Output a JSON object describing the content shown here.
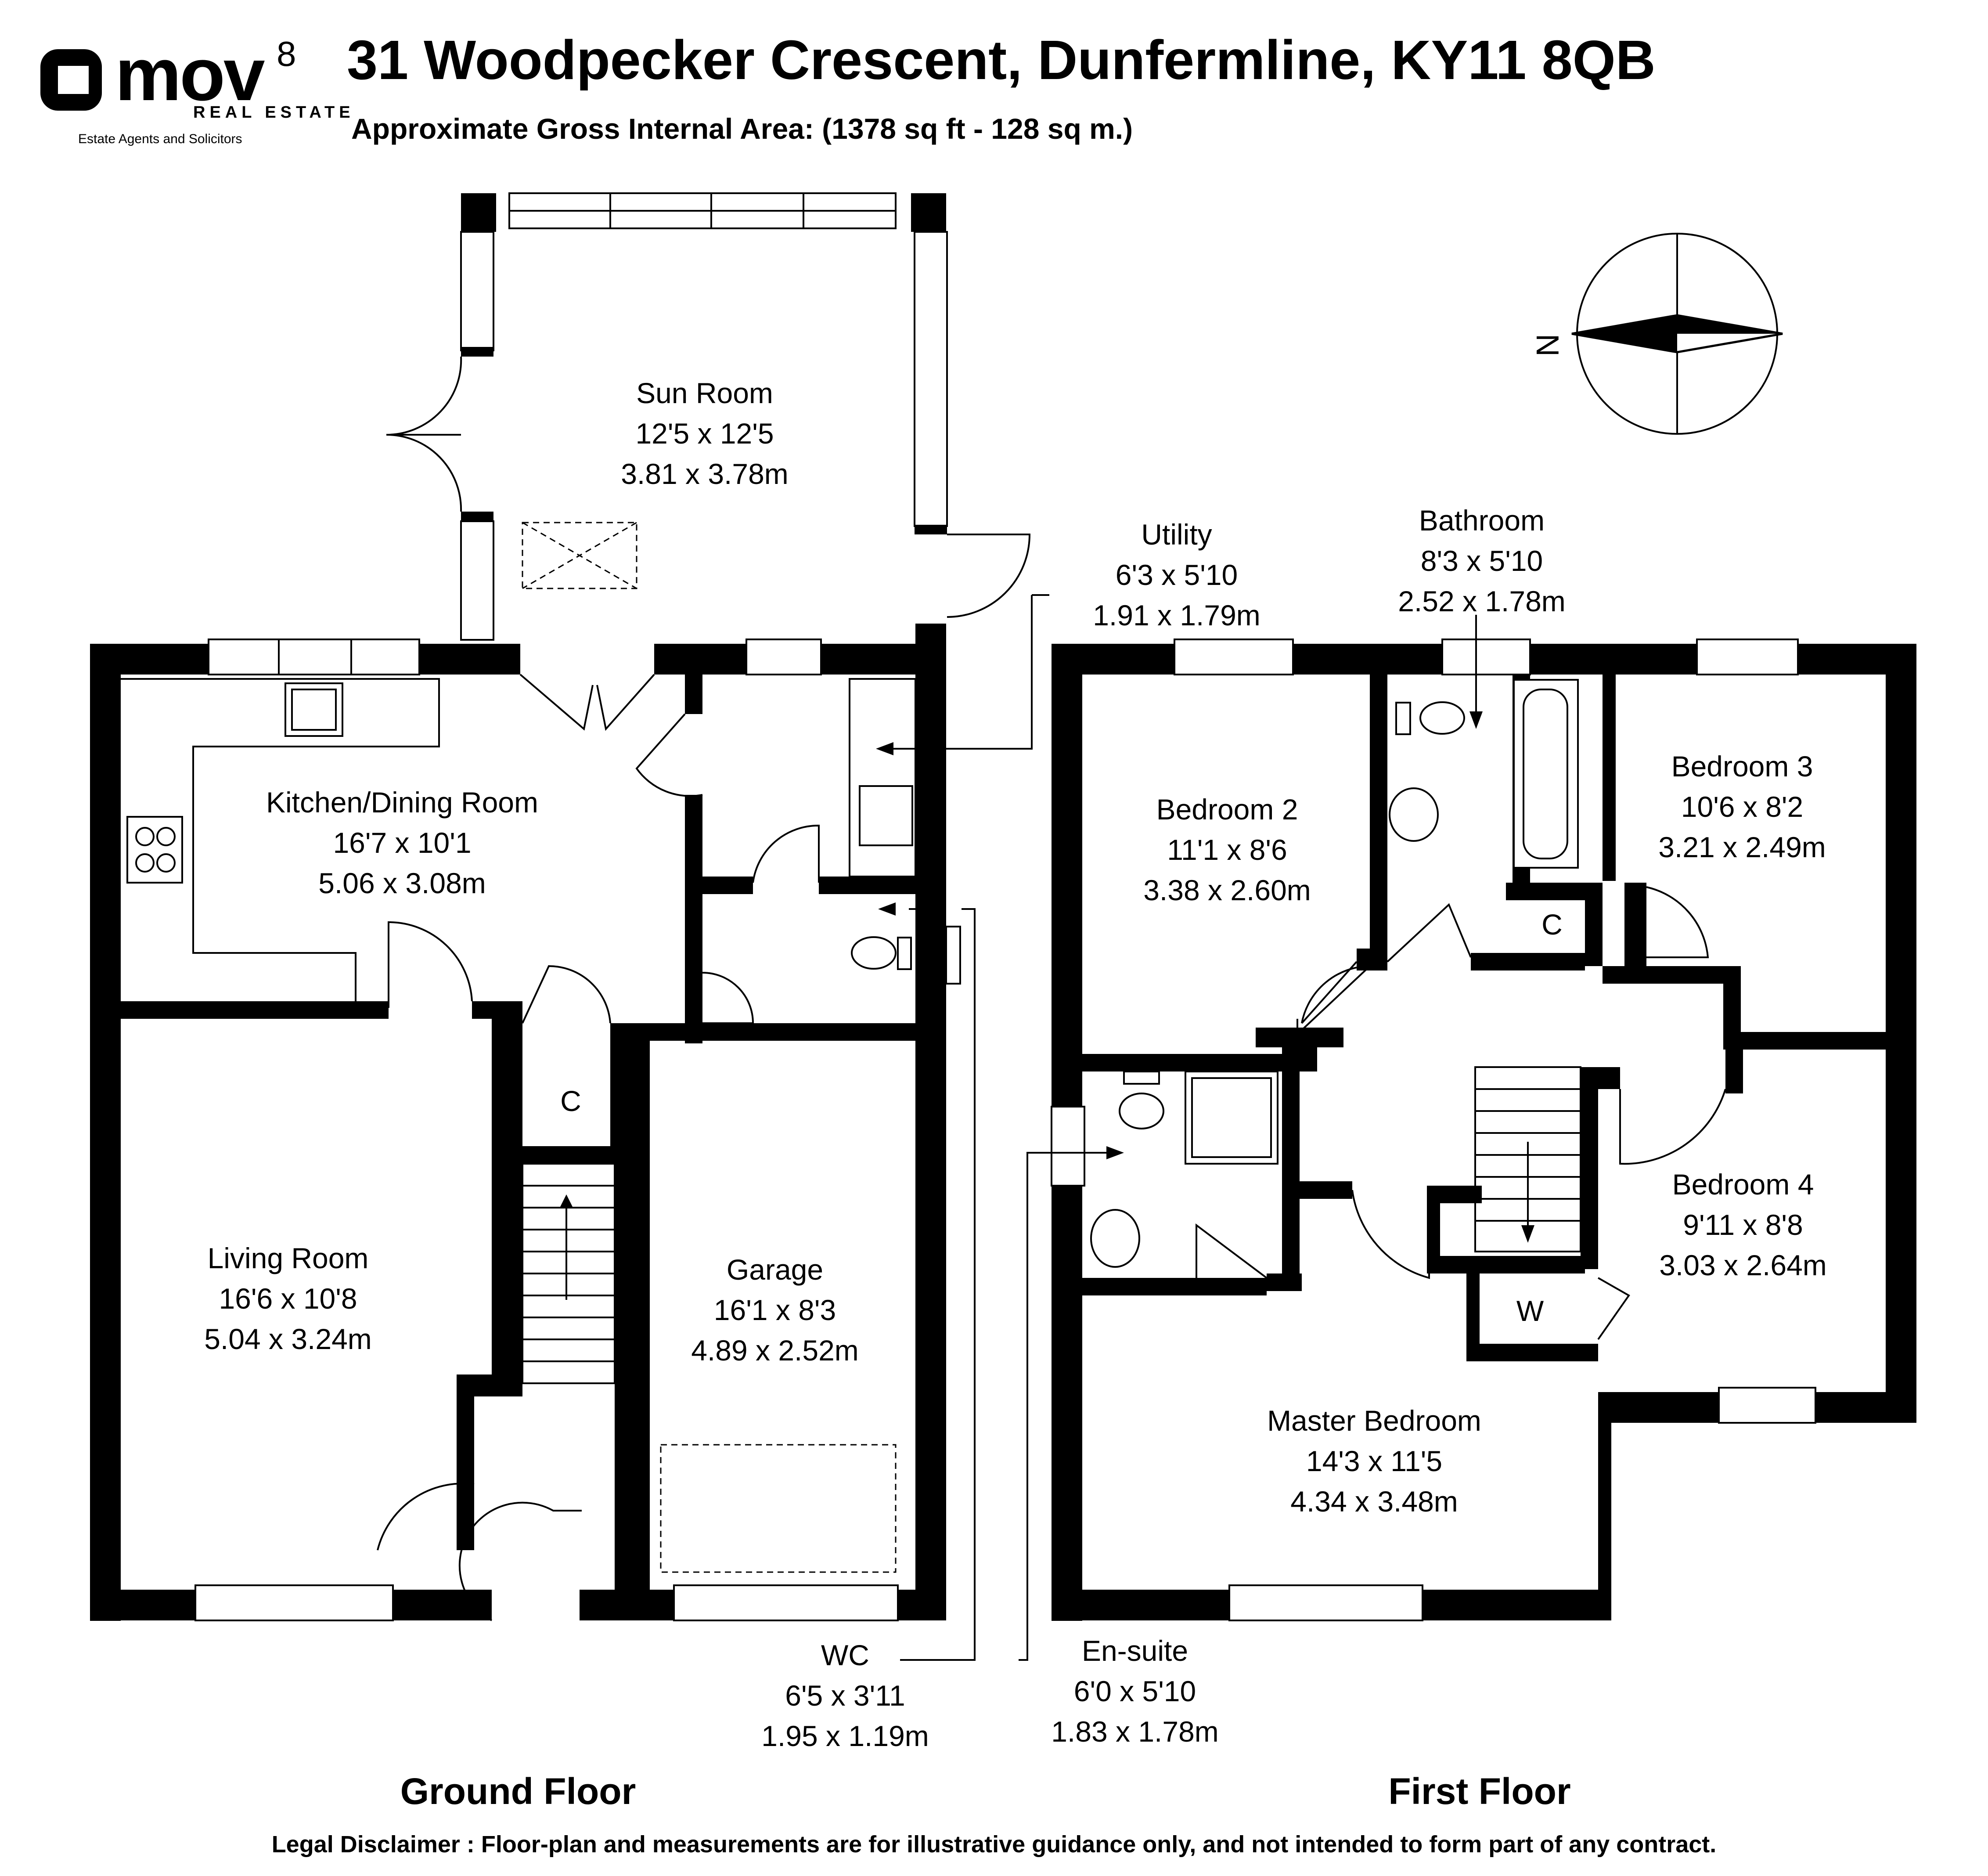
{
  "header": {
    "title": "31 Woodpecker Crescent, Dunfermline, KY11 8QB",
    "subtitle": "Approximate Gross Internal Area: (1378 sq ft - 128 sq m.)"
  },
  "logo": {
    "brand": "mov",
    "superscript": "8",
    "line1": "REAL ESTATE",
    "line2": "Estate Agents and Solicitors"
  },
  "compass": {
    "label": "N"
  },
  "floors": {
    "ground": {
      "label": "Ground Floor",
      "rooms": {
        "sun_room": {
          "name": "Sun Room",
          "imperial": "12'5 x 12'5",
          "metric": "3.81 x 3.78m"
        },
        "kitchen": {
          "name": "Kitchen/Dining Room",
          "imperial": "16'7 x 10'1",
          "metric": "5.06 x 3.08m"
        },
        "utility": {
          "name": "Utility",
          "imperial": "6'3 x 5'10",
          "metric": "1.91 x 1.79m"
        },
        "living": {
          "name": "Living Room",
          "imperial": "16'6 x 10'8",
          "metric": "5.04 x 3.24m"
        },
        "garage": {
          "name": "Garage",
          "imperial": "16'1 x 8'3",
          "metric": "4.89 x 2.52m"
        },
        "wc": {
          "name": "WC",
          "imperial": "6'5 x 3'11",
          "metric": "1.95 x 1.19m"
        },
        "cupboard": {
          "name": "C"
        }
      }
    },
    "first": {
      "label": "First Floor",
      "rooms": {
        "bathroom": {
          "name": "Bathroom",
          "imperial": "8'3 x 5'10",
          "metric": "2.52 x 1.78m"
        },
        "bedroom2": {
          "name": "Bedroom 2",
          "imperial": "11'1 x 8'6",
          "metric": "3.38 x 2.60m"
        },
        "bedroom3": {
          "name": "Bedroom 3",
          "imperial": "10'6 x 8'2",
          "metric": "3.21 x 2.49m"
        },
        "bedroom4": {
          "name": "Bedroom 4",
          "imperial": "9'11 x 8'8",
          "metric": "3.03 x 2.64m"
        },
        "master": {
          "name": "Master Bedroom",
          "imperial": "14'3 x 11'5",
          "metric": "4.34 x 3.48m"
        },
        "ensuite": {
          "name": "En-suite",
          "imperial": "6'0 x 5'10",
          "metric": "1.83 x 1.78m"
        },
        "cupboard": {
          "name": "C"
        },
        "wardrobe": {
          "name": "W"
        }
      }
    }
  },
  "disclaimer": "Legal Disclaimer : Floor-plan and measurements are for illustrative guidance only, and not intended to form part of any contract."
}
